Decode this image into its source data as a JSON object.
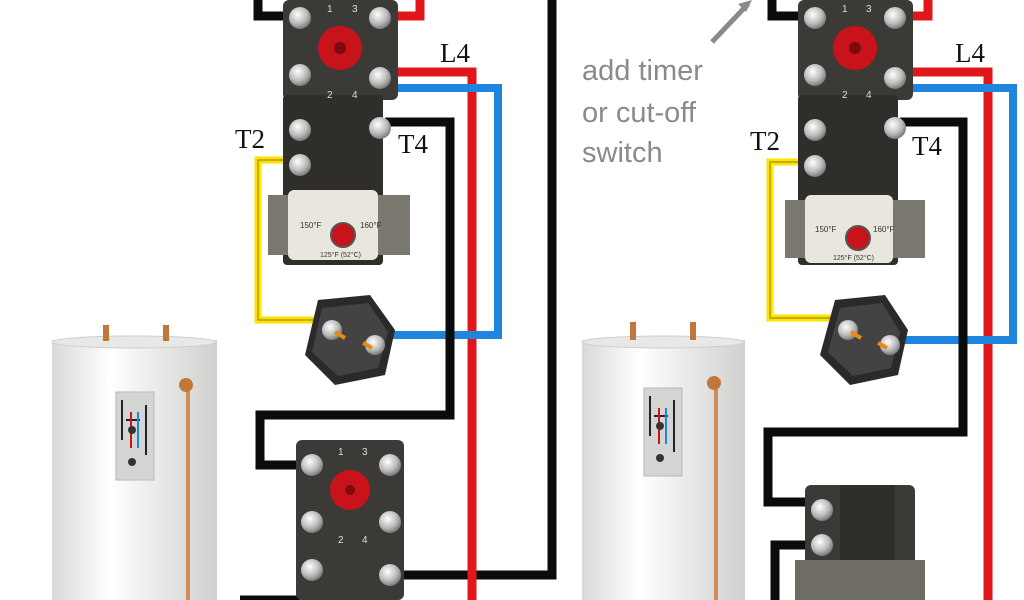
{
  "labels": {
    "left_L4": "L4",
    "left_T2": "T2",
    "left_T4": "T4",
    "right_L4": "L4",
    "right_T2": "T2",
    "right_T4": "T4"
  },
  "note": {
    "line1": "add timer",
    "line2": "or cut-off",
    "line3": "switch"
  },
  "thermostat_text": {
    "terminal_1": "1",
    "terminal_2": "2",
    "terminal_3": "3",
    "terminal_4": "4",
    "temp_left": "150°F",
    "temp_right": "160°F",
    "temp_bottom": "125°F (52°C)"
  },
  "colors": {
    "black_wire": "#0b0b0b",
    "red_wire": "#e0161b",
    "blue_wire": "#1f86e0",
    "yellow_wire": "#ffe100",
    "thermostat_body": "#3b3a37",
    "dial_red": "#c8131b",
    "tank_white": "#f2f2f0",
    "annotation_gray": "#8a8a8a"
  }
}
